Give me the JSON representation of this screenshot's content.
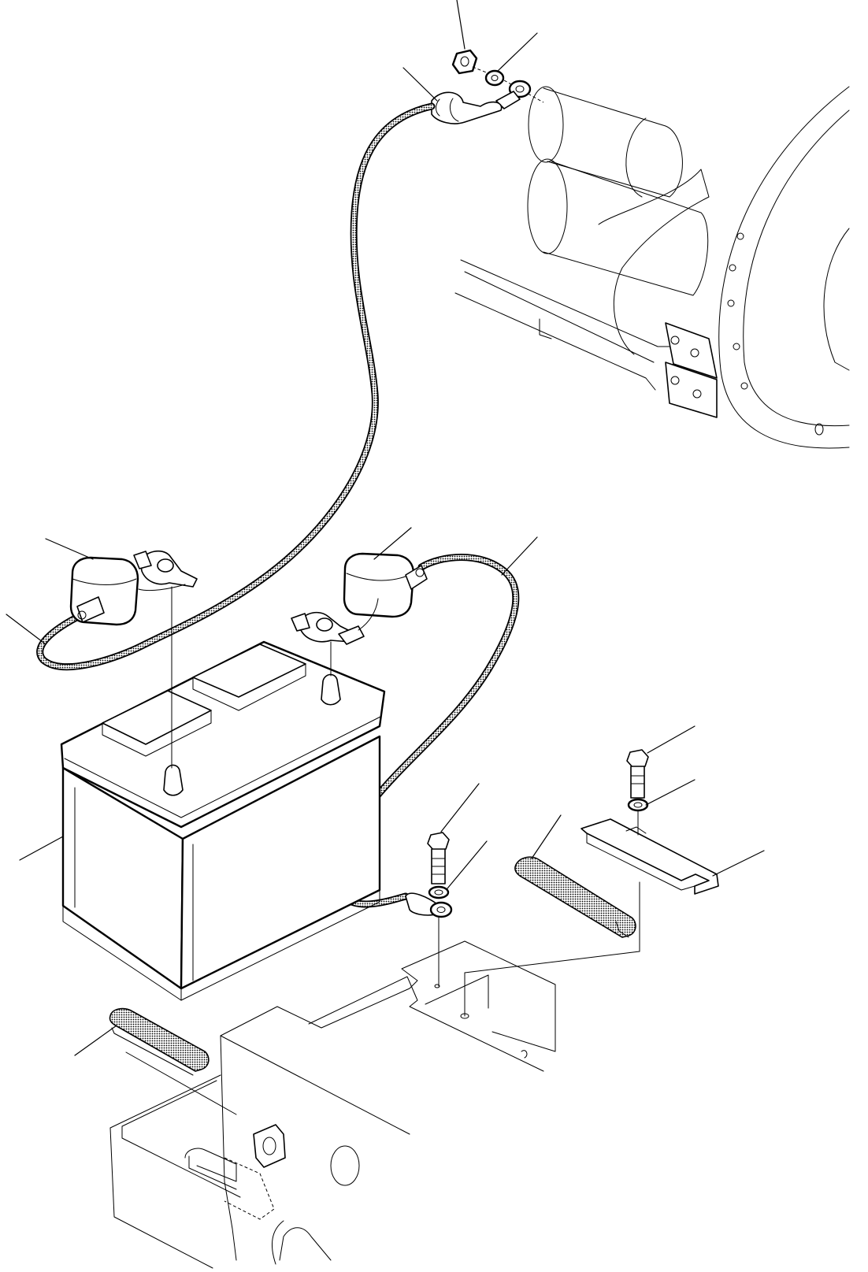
{
  "diagram": {
    "type": "exploded-parts-view",
    "components": [
      {
        "id": "nut",
        "icon": "hex-nut-icon"
      },
      {
        "id": "washer-top",
        "icon": "washer-icon"
      },
      {
        "id": "terminal-lug-top",
        "icon": "ring-terminal-icon"
      },
      {
        "id": "engine-starter",
        "icon": "starter-motor-icon"
      },
      {
        "id": "positive-cable",
        "icon": "cable-icon"
      },
      {
        "id": "terminal-cover-left",
        "icon": "terminal-cover-icon"
      },
      {
        "id": "battery-clamp-left",
        "icon": "battery-clamp-icon"
      },
      {
        "id": "terminal-cover-right",
        "icon": "terminal-cover-icon"
      },
      {
        "id": "battery-clamp-right",
        "icon": "battery-clamp-icon"
      },
      {
        "id": "ground-cable",
        "icon": "cable-icon"
      },
      {
        "id": "battery",
        "icon": "battery-icon"
      },
      {
        "id": "bolt-left",
        "icon": "bolt-icon"
      },
      {
        "id": "washer-left",
        "icon": "washer-icon"
      },
      {
        "id": "bolt-right",
        "icon": "bolt-icon"
      },
      {
        "id": "washer-right",
        "icon": "washer-icon"
      },
      {
        "id": "hold-down-bar",
        "icon": "bracket-icon"
      },
      {
        "id": "rubber-pad-right",
        "icon": "rubber-pad-icon"
      },
      {
        "id": "rubber-pad-left",
        "icon": "rubber-pad-icon"
      },
      {
        "id": "battery-tray-frame",
        "icon": "frame-icon"
      }
    ],
    "callout_count": 17
  }
}
